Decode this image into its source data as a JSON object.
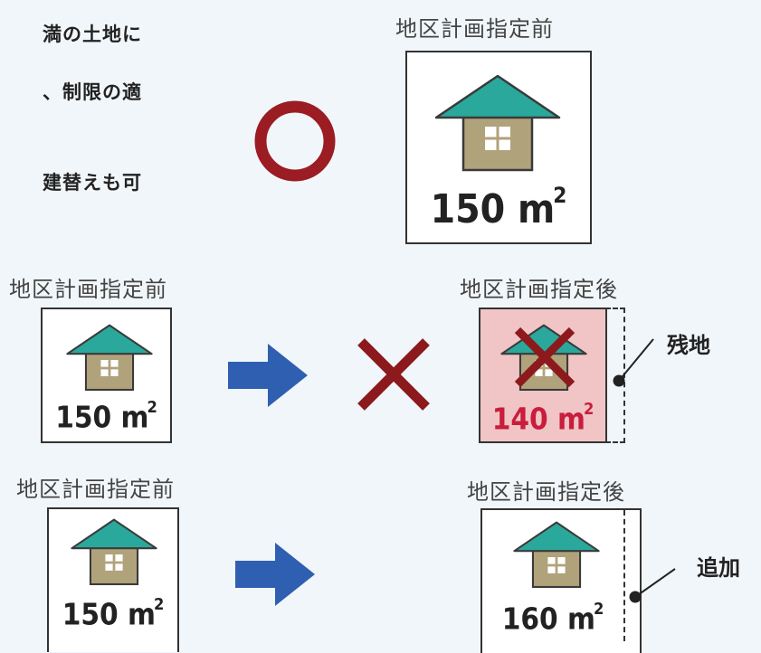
{
  "intro_text": [
    "満の土地に",
    "、制限の適",
    "建替えも可"
  ],
  "labels": {
    "top_before": "地区計画指定前",
    "mid_before": "地区計画指定前",
    "mid_after": "地区計画指定後",
    "bot_before": "地区計画指定前",
    "bot_after": "地区計画指定後"
  },
  "areas": {
    "top_before": "150 m",
    "mid_before": "150 m",
    "mid_after": "140 m",
    "bot_before": "150 m",
    "bot_after": "160 m"
  },
  "area_unit_sup": "2",
  "annotations": {
    "residual": "残地",
    "addition": "追加"
  },
  "colors": {
    "roof": "#2aa89c",
    "house_body": "#b0a27a",
    "circle": "#9b1c22",
    "cross": "#8c1a1d",
    "arrow": "#2f5fb1",
    "area_red": "#c81d3c",
    "pink_fill": "#f1c4c5"
  },
  "icons": {
    "ok": "circle-ok-icon",
    "ng": "cross-ng-icon",
    "arrow": "arrow-right-icon",
    "house": "house-icon"
  }
}
